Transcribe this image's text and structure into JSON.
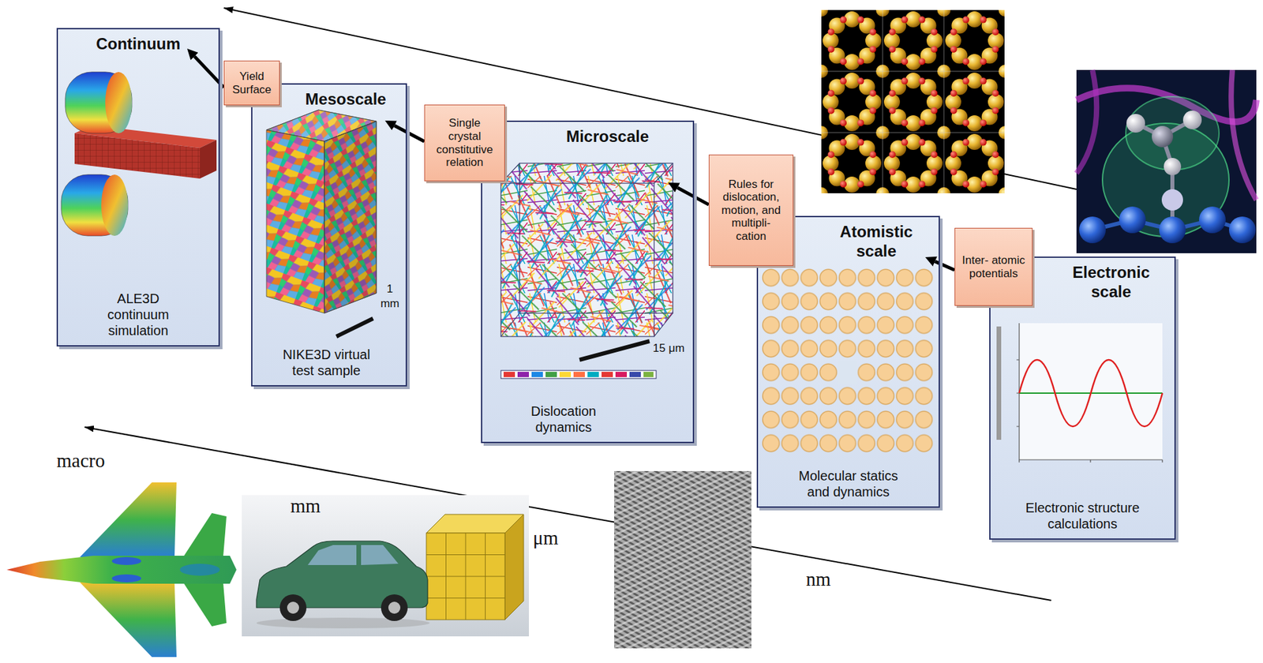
{
  "diagram": {
    "nodes": [
      {
        "text": [
          "Continuum",
          "ALE3D continuum simulation"
        ]
      },
      {
        "text": [
          "Yield Surface"
        ]
      },
      {
        "text": [
          "Mesoscale",
          "NIKE3D virtual test sample"
        ]
      },
      {
        "text": [
          "Single crystal constitutive relation"
        ]
      },
      {
        "text": [
          "Microscale",
          "Dislocation dynamics"
        ]
      },
      {
        "text": [
          "Rules for dislocation, motion, and multipli- cation"
        ]
      },
      {
        "text": [
          "Atomistic scale",
          "Molecular statics and dynamics"
        ]
      },
      {
        "text": [
          "Inter- atomic potentials"
        ]
      },
      {
        "text": [
          "Electronic scale",
          "Electronic structure calculations"
        ]
      }
    ],
    "edges": [
      {
        "from": 1,
        "to": 0,
        "arrow": "to"
      },
      {
        "from": 3,
        "to": 2,
        "arrow": "to"
      },
      {
        "from": 5,
        "to": 4,
        "arrow": "to"
      },
      {
        "from": 7,
        "to": 6,
        "arrow": "to"
      }
    ],
    "labels": [
      "1 mm",
      "15 μm",
      "macro",
      "mm",
      "μm",
      "nm"
    ]
  }
}
